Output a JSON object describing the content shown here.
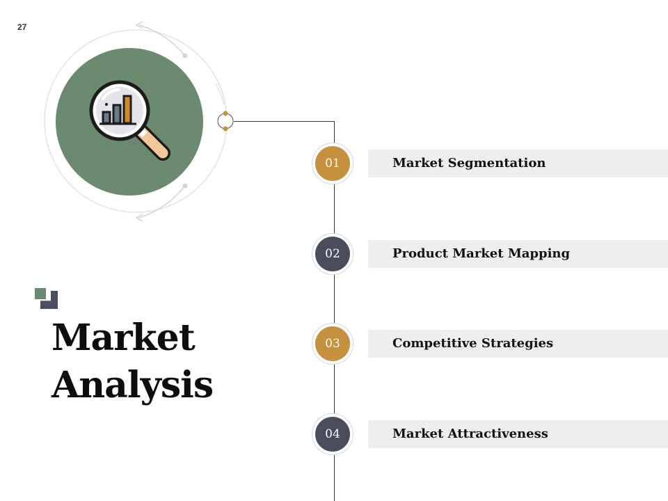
{
  "page_number": "27",
  "title": {
    "line1": "Market",
    "line2": "Analysis"
  },
  "hero": {
    "icon": "magnifier-bar-chart-icon",
    "circle_color": "#6b8a6f"
  },
  "colors": {
    "gold": "#c5913e",
    "navy": "#484c5c",
    "bar_bg": "#eeeeee",
    "square_green": "#6a8a70",
    "square_navy": "#4a4e5e"
  },
  "steps": [
    {
      "number": "01",
      "label": "Market Segmentation",
      "color": "#c5913e"
    },
    {
      "number": "02",
      "label": "Product Market Mapping",
      "color": "#484c5c"
    },
    {
      "number": "03",
      "label": "Competitive Strategies",
      "color": "#c5913e"
    },
    {
      "number": "04",
      "label": "Market Attractiveness",
      "color": "#484c5c"
    }
  ]
}
